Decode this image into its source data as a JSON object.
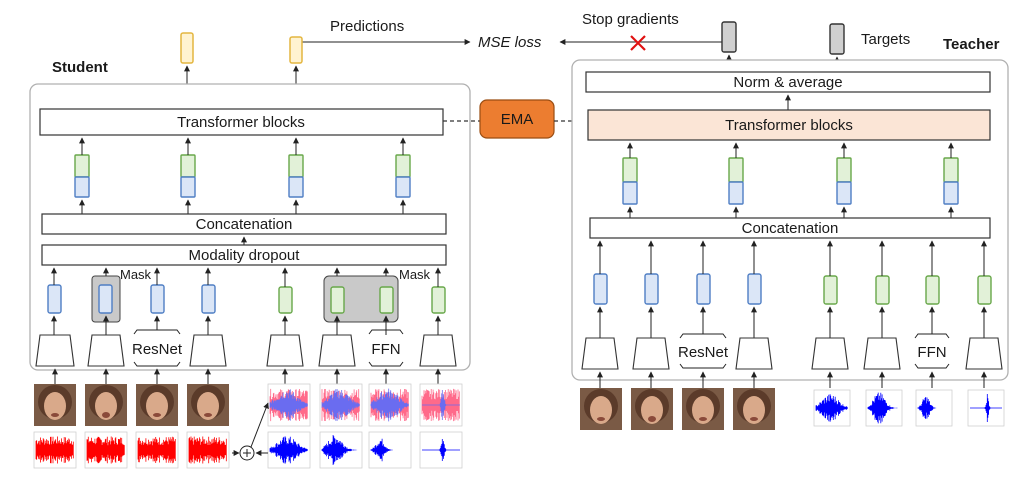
{
  "labels": {
    "predictions": "Predictions",
    "mse_loss": "MSE loss",
    "stop_gradients": "Stop gradients",
    "targets": "Targets",
    "student": "Student",
    "teacher": "Teacher",
    "ema": "EMA"
  },
  "student": {
    "transformer": "Transformer blocks",
    "concatenation": "Concatenation",
    "modality_dropout": "Modality dropout",
    "mask_video": "Mask",
    "mask_audio": "Mask",
    "resnet": "ResNet",
    "ffn": "FFN"
  },
  "teacher": {
    "norm_average": "Norm & average",
    "transformer": "Transformer blocks",
    "concatenation": "Concatenation",
    "resnet": "ResNet",
    "ffn": "FFN"
  },
  "colors": {
    "video_token": "#4f7ec4",
    "audio_token": "#68a74a",
    "prediction_token": "#e4b640",
    "teacher_transformer_fill": "#fbe5d6",
    "ema_fill": "#ec7d30",
    "noise_signal": "#ff0000",
    "audio_signal": "#0000ff",
    "stop_cross": "#e01010"
  }
}
